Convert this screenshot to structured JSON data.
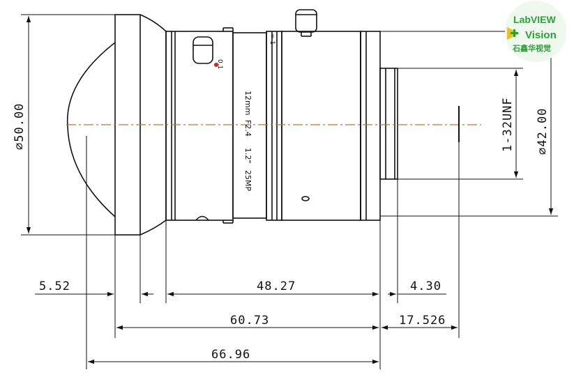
{
  "dimensions": {
    "dia_50": "⌀50.00",
    "dia_42": "⌀42.00",
    "thread": "1-32UNF",
    "d_5_52": "5.52",
    "d_48_27": "48.27",
    "d_4_30": "4.30",
    "d_60_73": "60.73",
    "d_17_526": "17.526",
    "d_66_96": "66.96"
  },
  "engraving": {
    "focal": "12mm",
    "aperture": "F2.4",
    "format": "1.2\"",
    "resolution": "25MP",
    "mark_min": "0.1",
    "mark_inf": "∞ 1"
  },
  "logo": {
    "line1": "LabVIEW",
    "line2": "Vision",
    "line3": "石鑫华视觉",
    "accent": "#2f9e3a",
    "arrow": "#f2c200",
    "background": "#eef8ee"
  },
  "colors": {
    "centerline": "#b8743c",
    "line": "#111111",
    "index_dot": "#d81e1e"
  }
}
